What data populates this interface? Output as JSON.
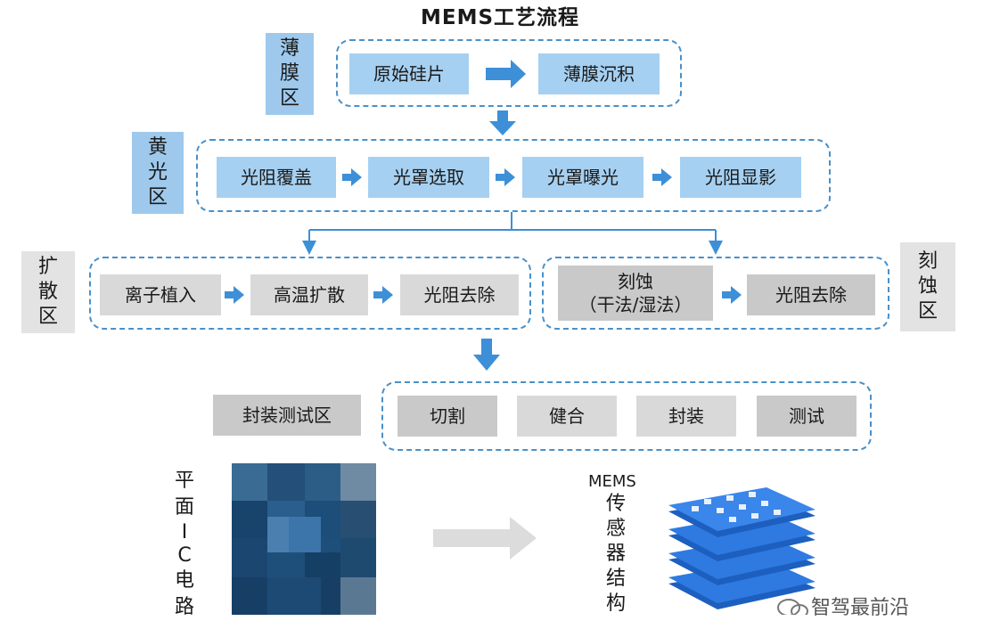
{
  "title": "MEMS工艺流程",
  "zones": {
    "thin_film": {
      "label": [
        "薄",
        "膜",
        "区"
      ],
      "steps": [
        "原始硅片",
        "薄膜沉积"
      ]
    },
    "photo": {
      "label": [
        "黄",
        "光",
        "区"
      ],
      "steps": [
        "光阻覆盖",
        "光罩选取",
        "光罩曝光",
        "光阻显影"
      ]
    },
    "diffusion": {
      "label": [
        "扩",
        "散",
        "区"
      ],
      "steps": [
        "离子植入",
        "高温扩散",
        "光阻去除"
      ]
    },
    "etch": {
      "label": [
        "刻",
        "蚀",
        "区"
      ],
      "step1_line1": "刻蚀",
      "step1_line2": "（干法/湿法）",
      "step2": "光阻去除"
    },
    "package": {
      "label": "封装测试区",
      "steps": [
        "切割",
        "健合",
        "封装",
        "测试"
      ]
    }
  },
  "bottom": {
    "left_label": [
      "平",
      "面",
      "I",
      "C",
      "电",
      "路"
    ],
    "right_label_top": "MEMS",
    "right_label": [
      "传",
      "感",
      "器",
      "结",
      "构"
    ]
  },
  "watermark": "智驾最前沿",
  "colors": {
    "blue_box": "#a6d0f1",
    "blue_label": "#9ec9ec",
    "gray_box": "#d9d9d9",
    "arrow": "#3d8fd8",
    "dash": "#4a90c8"
  }
}
